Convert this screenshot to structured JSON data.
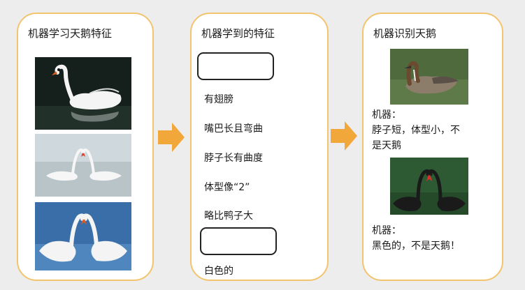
{
  "colors": {
    "panel_border": "#f2c46e",
    "arrow": "#f2a73b",
    "background": "#ededed"
  },
  "panel_learn": {
    "title": "机器学习天鹅特征",
    "images": [
      "white-swan-dark-water-photo",
      "two-swans-heart-photo",
      "two-swans-blue-water-photo"
    ]
  },
  "panel_features": {
    "title": "机器学到的特征",
    "features": [
      "有翅膀",
      "嘴巴长且弯曲",
      "脖子长有曲度",
      "体型像“2”",
      "略比鸭子大",
      "白色的"
    ]
  },
  "panel_recognize": {
    "title": "机器识别天鹅",
    "case1": {
      "image": "duck-photo",
      "speaker": "机器：",
      "line1": "脖子短，体型小，不",
      "line2": "是天鹅"
    },
    "case2": {
      "image": "black-swans-photo",
      "speaker": "机器：",
      "line1": "黑色的，不是天鹅！"
    }
  },
  "arrows": [
    "arrow-right-icon",
    "arrow-right-icon"
  ]
}
